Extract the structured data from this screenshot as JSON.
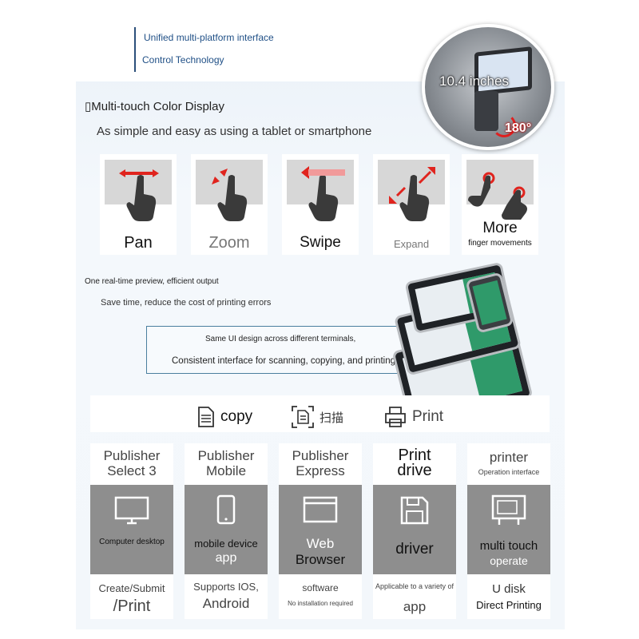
{
  "header": {
    "line1": "Unified multi-platform interface",
    "line2": "Control Technology",
    "screen_size": "10.4 inches",
    "rotation": "180°"
  },
  "section": {
    "title": "▯Multi-touch Color Display",
    "subtitle": "As simple and easy as using a tablet or smartphone"
  },
  "gestures": [
    {
      "label": "Pan",
      "sub": ""
    },
    {
      "label": "Zoom",
      "sub": ""
    },
    {
      "label": "Swipe",
      "sub": ""
    },
    {
      "label": "Expand",
      "sub": ""
    },
    {
      "label": "More",
      "sub": "finger movements"
    }
  ],
  "preview": {
    "line1": "One real-time preview, efficient output",
    "line2": "Save time, reduce the cost of printing errors"
  },
  "ui_box": {
    "line1": "Same UI design across different terminals,",
    "line2": "Consistent interface for scanning, copying, and printing"
  },
  "functions": [
    {
      "label": "copy",
      "icon": "copy-icon"
    },
    {
      "label": "扫描",
      "icon": "scan-icon"
    },
    {
      "label": "Print",
      "icon": "printer-icon"
    }
  ],
  "platforms": [
    {
      "title": "Publisher\nSelect 3",
      "icon": "monitor-icon",
      "label": "Computer desktop",
      "bottom1": "Create/Submit",
      "bottom2": "/Print"
    },
    {
      "title": "Publisher\nMobile",
      "icon": "phone-icon",
      "label": "mobile device",
      "label2": "app",
      "bottom1": "Supports IOS,",
      "bottom2": "Android"
    },
    {
      "title": "Publisher\nExpress",
      "icon": "browser-icon",
      "label": "Web",
      "label2": "Browser",
      "bottom1": "software",
      "bottom2": "No installation required"
    },
    {
      "title": "Print\ndrive",
      "icon": "floppy-icon",
      "label": "driver",
      "bottom1": "Applicable to a variety of",
      "bottom2": "app"
    },
    {
      "title": "printer",
      "title_sub": "Operation interface",
      "icon": "touch-panel-icon",
      "label": "multi touch",
      "label2": "operate",
      "bottom1": "U disk",
      "bottom2": "Direct Printing"
    }
  ]
}
